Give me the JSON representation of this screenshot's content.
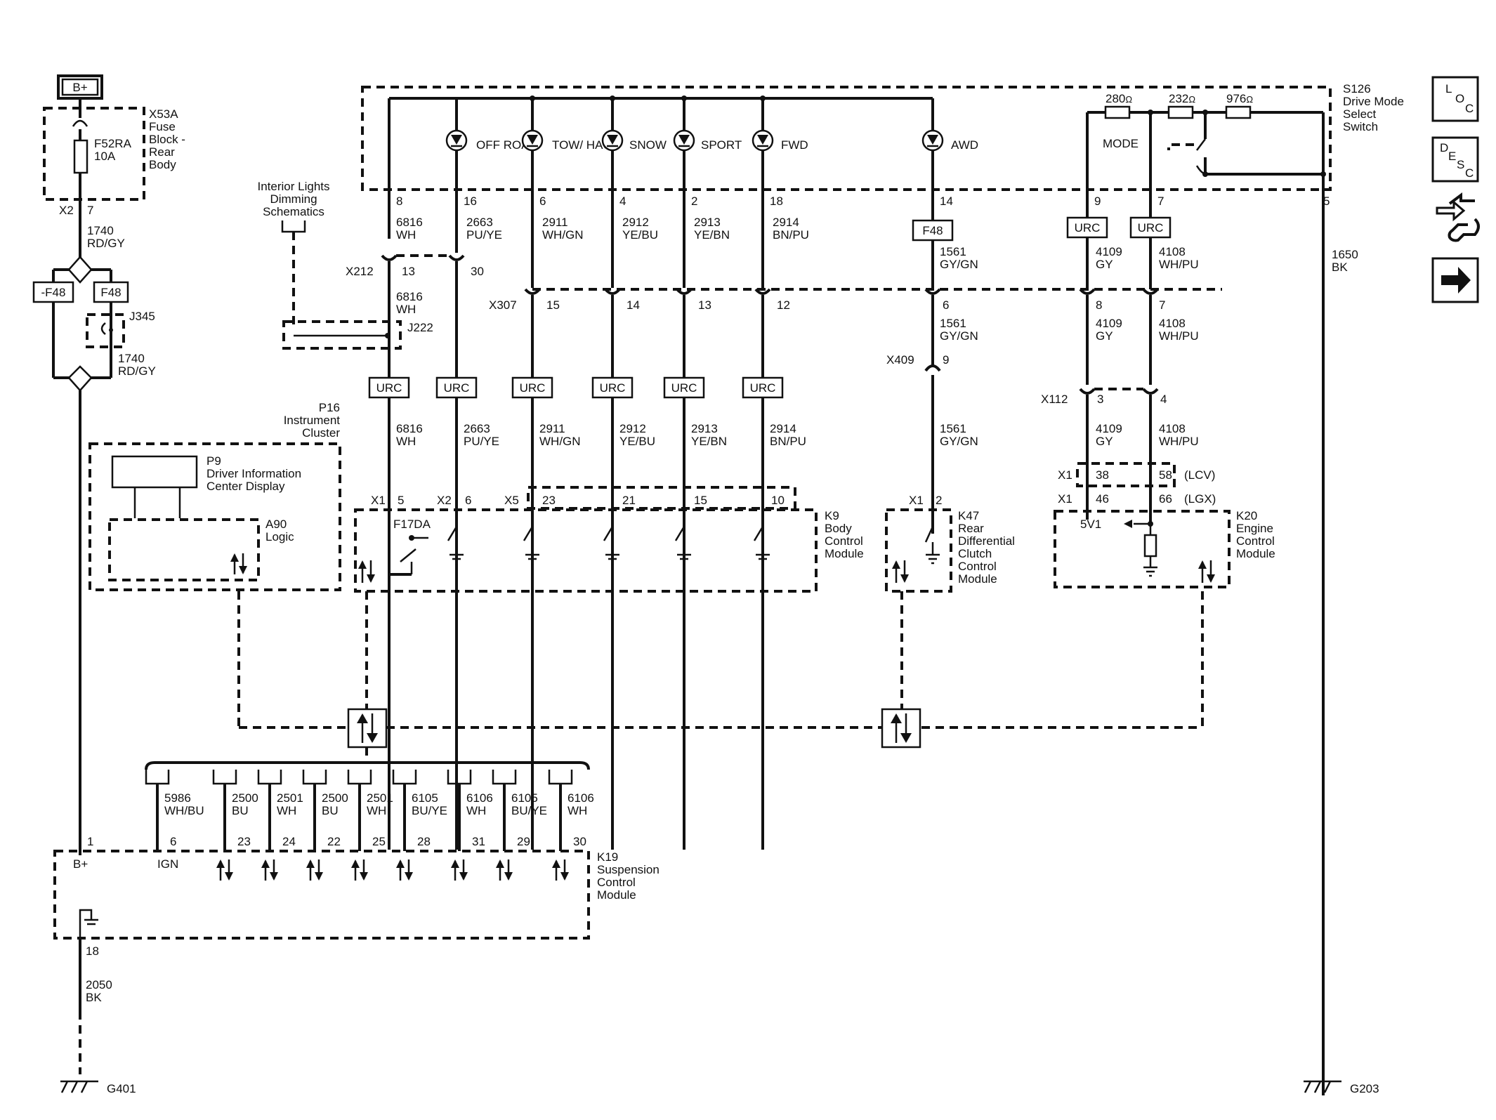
{
  "power": {
    "label": "B+"
  },
  "fuse_block": {
    "ref": "X53A",
    "name": "Fuse Block - Rear Body",
    "fuse": "F52RA",
    "rating": "10A",
    "conn": "X2",
    "pin": "7"
  },
  "wire_top": {
    "circuit": "1740",
    "color": "RD/GY"
  },
  "f48_left": "-F48",
  "f48_right": "F48",
  "jumper": "J345",
  "wire_mid": {
    "circuit": "1740",
    "color": "RD/GY"
  },
  "dimming": {
    "text": "Interior Lights Dimming Schematics"
  },
  "switch": {
    "ref": "S126",
    "name": "Drive Mode Select Switch",
    "mode": "MODE",
    "pin5": "5",
    "r1": "280",
    "r2": "232",
    "r3": "976",
    "ohm": "Ω",
    "leds": [
      {
        "label": "OFF ROAD",
        "pin": "16"
      },
      {
        "label": "TOW/ HAUL",
        "pin": "6"
      },
      {
        "label": "SNOW",
        "pin": "4"
      },
      {
        "label": "SPORT",
        "pin": "2"
      },
      {
        "label": "FWD",
        "pin": "18"
      },
      {
        "label": "AWD",
        "pin": "14"
      }
    ]
  },
  "columns": [
    {
      "top_pin": "8",
      "circuit": "6816",
      "color": "WH",
      "x_conn": "X212",
      "x_pin": "13",
      "mid_circuit": "6816",
      "mid_color": "WH",
      "splice": "J222",
      "low_circuit": "6816",
      "low_color": "WH",
      "mod_conn": "X1",
      "mod_pin": "5"
    },
    {
      "top_pin": "16",
      "circuit": "2663",
      "color": "PU/YE",
      "x_pin": "30",
      "low_circuit": "2663",
      "low_color": "PU/YE",
      "mod_conn": "X2",
      "mod_pin": "6"
    },
    {
      "top_pin": "6",
      "circuit": "2911",
      "color": "WH/GN",
      "x_conn": "X307",
      "x_pin": "15",
      "low_circuit": "2911",
      "low_color": "WH/GN",
      "mod_conn": "X5",
      "mod_pin": "23"
    },
    {
      "top_pin": "4",
      "circuit": "2912",
      "color": "YE/BU",
      "x_pin": "14",
      "low_circuit": "2912",
      "low_color": "YE/BU",
      "mod_pin": "21"
    },
    {
      "top_pin": "2",
      "circuit": "2913",
      "color": "YE/BN",
      "x_pin": "13",
      "low_circuit": "2913",
      "low_color": "YE/BN",
      "mod_pin": "15"
    },
    {
      "top_pin": "18",
      "circuit": "2914",
      "color": "BN/PU",
      "x_pin": "12",
      "low_circuit": "2914",
      "low_color": "BN/PU",
      "mod_pin": "10"
    }
  ],
  "awd": {
    "fuse": "F48",
    "circuit": "1561",
    "color": "GY/GN",
    "x_pin": "6",
    "mid_circuit": "1561",
    "mid_color": "GY/GN",
    "x409": "X409",
    "x409_pin": "9",
    "low_circuit": "1561",
    "low_color": "GY/GN",
    "mod_conn": "X1",
    "mod_pin": "2"
  },
  "ecm_wires": [
    {
      "top_pin": "9",
      "circuit": "4109",
      "color": "GY",
      "x_pin": "8",
      "mid_circuit": "4109",
      "mid_color": "GY",
      "x112_pin": "3",
      "low_circuit": "4109",
      "low_color": "GY",
      "lcv_pin": "38",
      "lgx_pin": "46"
    },
    {
      "top_pin": "7",
      "circuit": "4108",
      "color": "WH/PU",
      "x_pin": "7",
      "mid_circuit": "4108",
      "mid_color": "WH/PU",
      "x112_pin": "4",
      "low_circuit": "4108",
      "low_color": "WH/PU",
      "lcv_pin": "58",
      "lgx_pin": "66"
    }
  ],
  "urc": "URC",
  "x112": "X112",
  "x1": "X1",
  "lcv": "(LCV)",
  "lgx": "(LGX)",
  "v5": "5V1",
  "ground_wire": {
    "circuit": "1650",
    "color": "BK"
  },
  "cluster": {
    "ref": "P16",
    "name": "Instrument Cluster",
    "dic_ref": "P9",
    "dic_name": "Driver Information Center Display",
    "logic_ref": "A90",
    "logic_name": "Logic"
  },
  "bcm": {
    "ref": "K9",
    "name": "Body Control Module",
    "relay": "F17DA"
  },
  "rdcm": {
    "ref": "K47",
    "name": "Rear Differential Clutch Control Module"
  },
  "ecm": {
    "ref": "K20",
    "name": "Engine Control Module"
  },
  "scm": {
    "ref": "K19",
    "name": "Suspension Control Module",
    "bplus": "B+",
    "bplus_pin": "1",
    "ign": "IGN",
    "gnd_pin": "18"
  },
  "scm_pins": [
    {
      "circuit": "5986",
      "color": "WH/BU",
      "pin": "6"
    },
    {
      "circuit": "2500",
      "color": "BU",
      "pin": "23"
    },
    {
      "circuit": "2501",
      "color": "WH",
      "pin": "24"
    },
    {
      "circuit": "2500",
      "color": "BU",
      "pin": "22"
    },
    {
      "circuit": "2501",
      "color": "WH",
      "pin": "25"
    },
    {
      "circuit": "6105",
      "color": "BU/YE",
      "pin": "28"
    },
    {
      "circuit": "6106",
      "color": "WH",
      "pin": "31"
    },
    {
      "circuit": "6105",
      "color": "BU/YE",
      "pin": "29"
    },
    {
      "circuit": "6106",
      "color": "WH",
      "pin": "30"
    }
  ],
  "scm_ground": {
    "circuit": "2050",
    "color": "BK"
  },
  "grounds": {
    "left": "G401",
    "right": "G203"
  },
  "nav": {
    "loc": [
      "L",
      "O",
      "C"
    ],
    "desc": [
      "D",
      "E",
      "S",
      "C"
    ]
  }
}
